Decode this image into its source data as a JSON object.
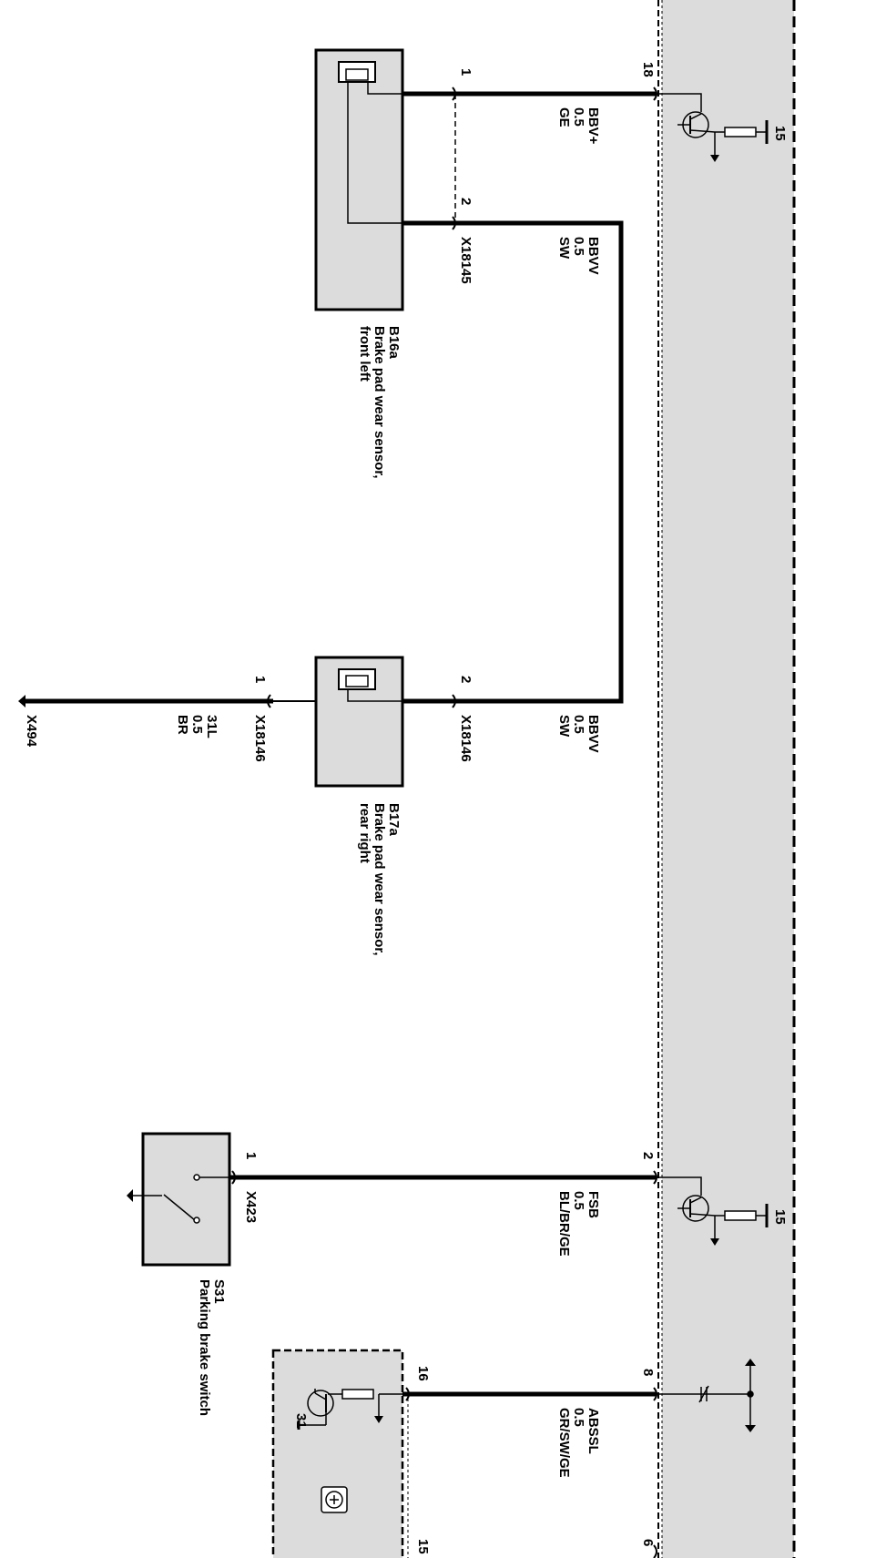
{
  "components": {
    "b16a": {
      "id": "B16a",
      "desc_line1": "Brake pad wear sensor,",
      "desc_line2": "front left"
    },
    "b17a": {
      "id": "B17a",
      "desc_line1": "Brake pad wear sensor,",
      "desc_line2": "rear right"
    },
    "s31": {
      "id": "S31",
      "desc": "Parking brake switch"
    }
  },
  "connectors": {
    "x18145": "X18145",
    "x18146_a": "X18146",
    "x18146_b": "X18146",
    "x423": "X423",
    "x494": "X494"
  },
  "pins": {
    "b16a_1": "1",
    "b16a_2": "2",
    "b17a_2": "2",
    "b17a_1": "1",
    "s31_1": "1",
    "module_18": "18",
    "module_2": "2",
    "module_8": "8",
    "module_6": "6",
    "box_16": "16",
    "box_15": "15",
    "ground_31": "31"
  },
  "supply": {
    "t15_top": "15",
    "t15_mid": "15"
  },
  "wires": [
    {
      "signal": "BBV+",
      "size": "0.5",
      "color": "GE"
    },
    {
      "signal": "BBVV",
      "size": "0.5",
      "color": "SW"
    },
    {
      "signal": "BBVV",
      "size": "0.5",
      "color": "SW"
    },
    {
      "signal": "31L",
      "size": "0.5",
      "color": "BR"
    },
    {
      "signal": "FSB",
      "size": "0.5",
      "color": "BL/BR/GE"
    },
    {
      "signal": "ABSSL",
      "size": "0.5",
      "color": "GR/SW/GE"
    }
  ],
  "colors": {
    "module_fill": "#dcdcdc",
    "line": "#000000",
    "background": "#ffffff"
  }
}
